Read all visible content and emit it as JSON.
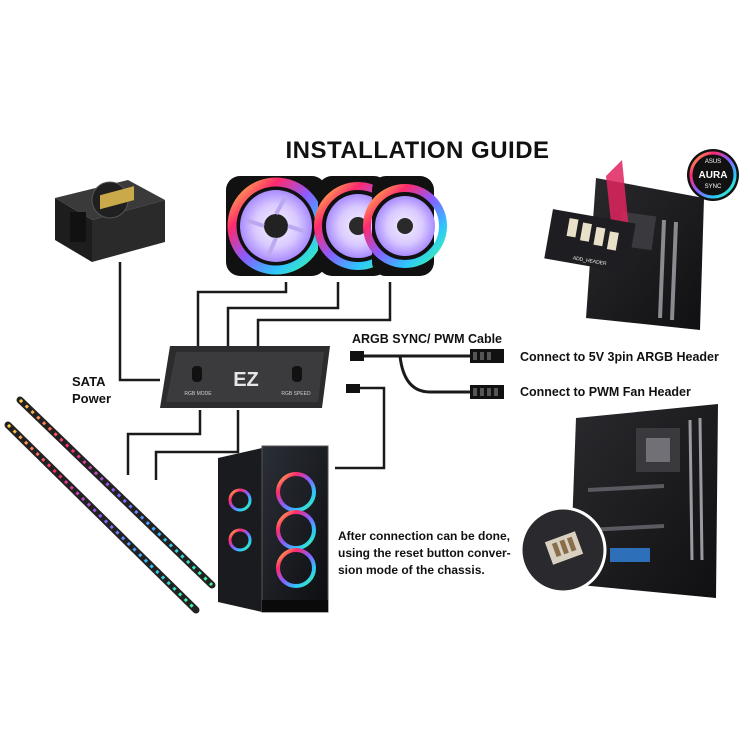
{
  "title": "INSTALLATION GUIDE",
  "labels": {
    "sata_line1": "SATA",
    "sata_line2": "Power",
    "argb_cable": "ARGB SYNC/ PWM Cable",
    "argb_header": "Connect to 5V 3pin ARGB Header",
    "pwm_header": "Connect to PWM Fan Header",
    "note_line1": "After connection can be done,",
    "note_line2": "using the reset button conver-",
    "note_line3": "sion mode of the chassis."
  },
  "hub": {
    "logo": "EZ",
    "port_left": "RGB MODE",
    "port_right": "RGB SPEED"
  },
  "aura": {
    "brand": "ASUS",
    "line1": "AURA",
    "line2": "SYNC"
  },
  "board_label": "ADD_HEADER",
  "colors": {
    "cable": "#1a1a1a",
    "ring_1": "#ff2a6d",
    "ring_2": "#ffd23f",
    "ring_3": "#2ec4ff",
    "ring_4": "#8a5cff"
  }
}
